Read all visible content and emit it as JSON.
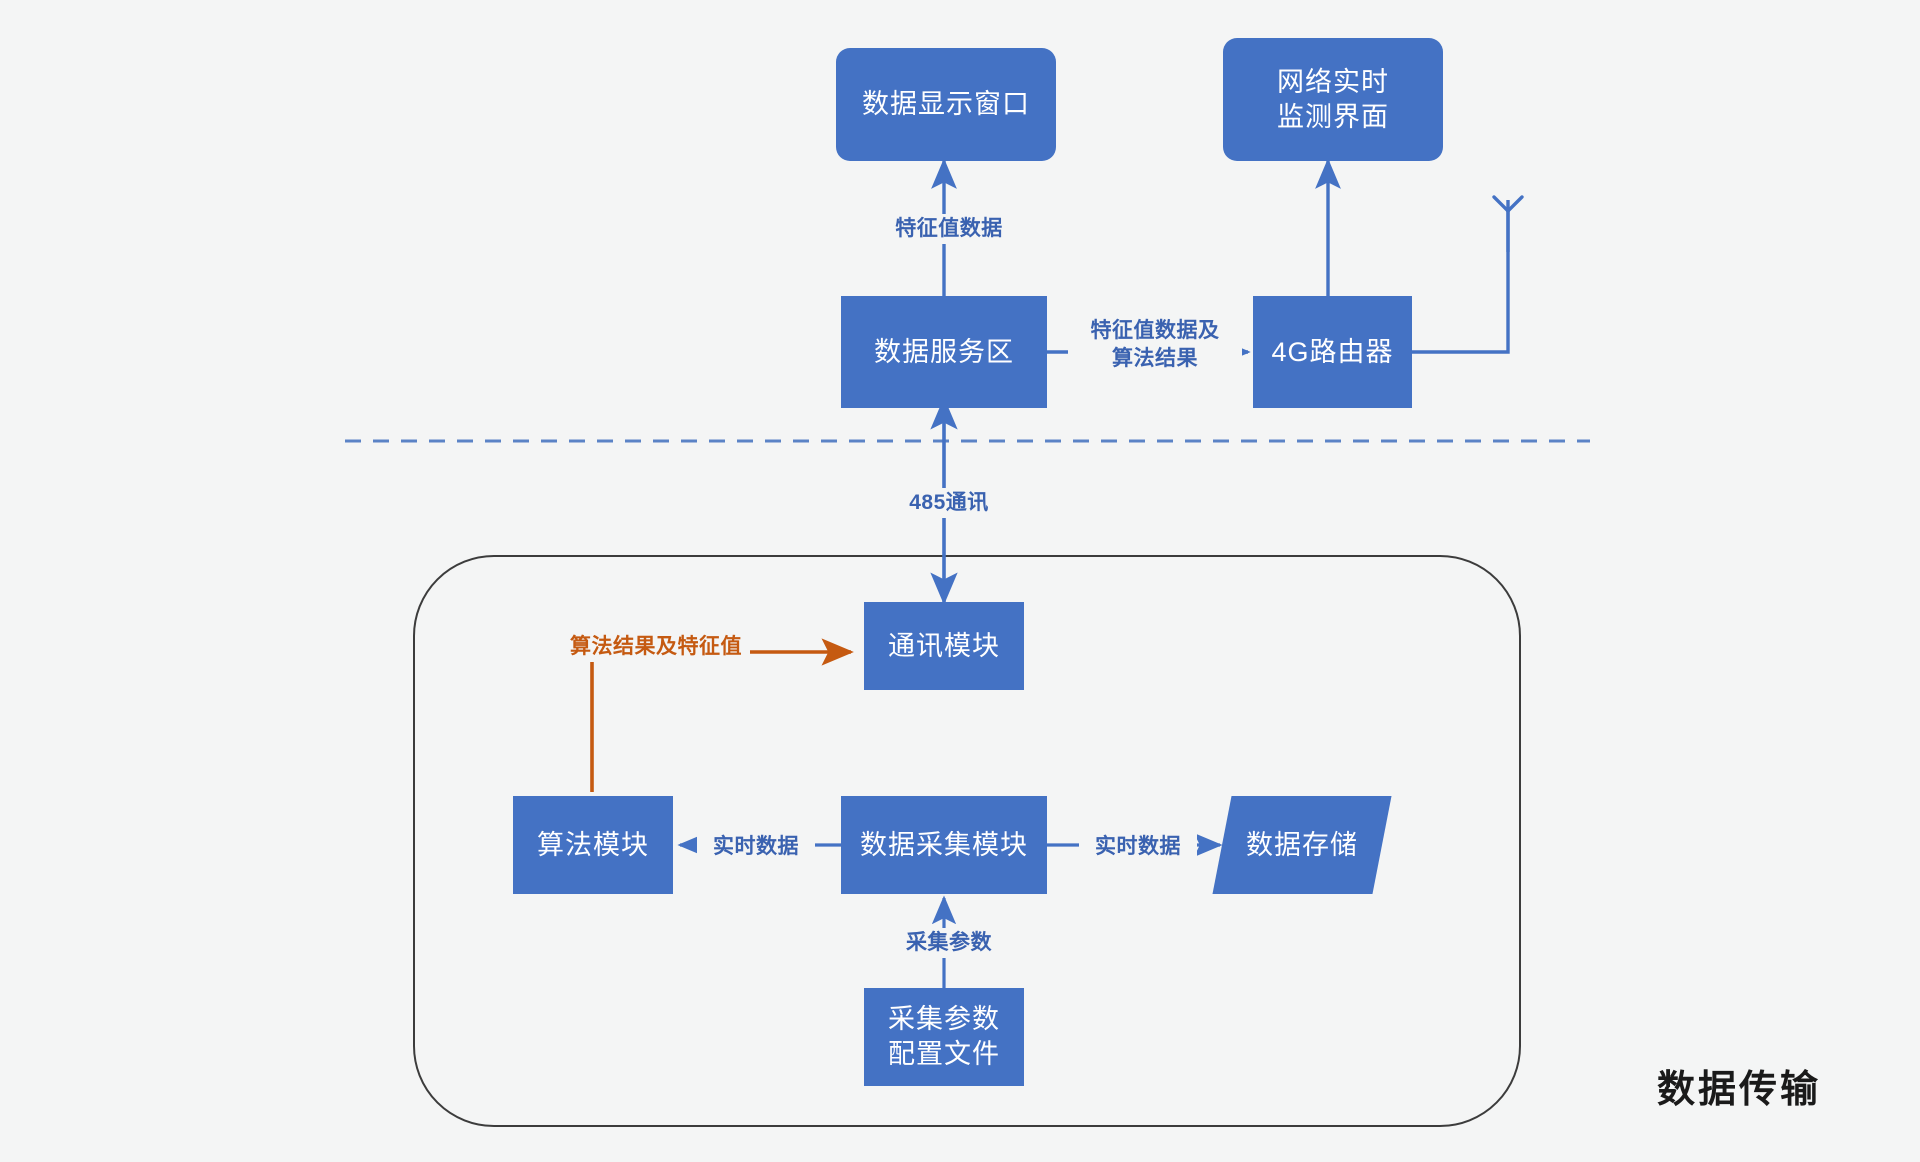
{
  "diagram": {
    "title": "数据传输",
    "colors": {
      "node_fill": "#4472c4",
      "node_text": "#ffffff",
      "arrow_blue": "#4472c4",
      "label_blue": "#3a62b0",
      "arrow_orange": "#c55a11",
      "divider_dashed": "#5b83c6",
      "container_border": "#3c3c3c",
      "background": "#f4f5f5",
      "title_text": "#1a1a1a"
    },
    "nodes": [
      {
        "id": "data-display-window",
        "label": "数据显示窗口",
        "shape": "rounded-rect"
      },
      {
        "id": "network-realtime-monitor",
        "label": "网络实时\n监测界面",
        "shape": "rounded-rect"
      },
      {
        "id": "data-service-area",
        "label": "数据服务区",
        "shape": "rect"
      },
      {
        "id": "4g-router",
        "label": "4G路由器",
        "shape": "rect"
      },
      {
        "id": "communication-module",
        "label": "通讯模块",
        "shape": "rect"
      },
      {
        "id": "algorithm-module",
        "label": "算法模块",
        "shape": "rect"
      },
      {
        "id": "data-acquisition-module",
        "label": "数据采集模块",
        "shape": "rect"
      },
      {
        "id": "data-storage",
        "label": "数据存储",
        "shape": "parallelogram"
      },
      {
        "id": "acquisition-config-file",
        "label": "采集参数\n配置文件",
        "shape": "rect"
      }
    ],
    "edge_labels": [
      {
        "id": "feature-value-data",
        "text": "特征值数据",
        "color": "blue"
      },
      {
        "id": "feature-value-and-algo-result",
        "text": "特征值数据及\n算法结果",
        "color": "blue"
      },
      {
        "id": "485-communication",
        "text": "485通讯",
        "color": "blue"
      },
      {
        "id": "algo-result-and-feature-value",
        "text": "算法结果及特征值",
        "color": "orange"
      },
      {
        "id": "realtime-data-left",
        "text": "实时数据",
        "color": "blue"
      },
      {
        "id": "realtime-data-right",
        "text": "实时数据",
        "color": "blue"
      },
      {
        "id": "acquisition-parameters",
        "text": "采集参数",
        "color": "blue"
      }
    ],
    "decorations": [
      {
        "id": "antenna-icon",
        "name": "wireless-antenna"
      },
      {
        "id": "boundary-divider",
        "name": "dashed-divider"
      },
      {
        "id": "device-group-outline",
        "name": "rounded-container"
      }
    ]
  }
}
